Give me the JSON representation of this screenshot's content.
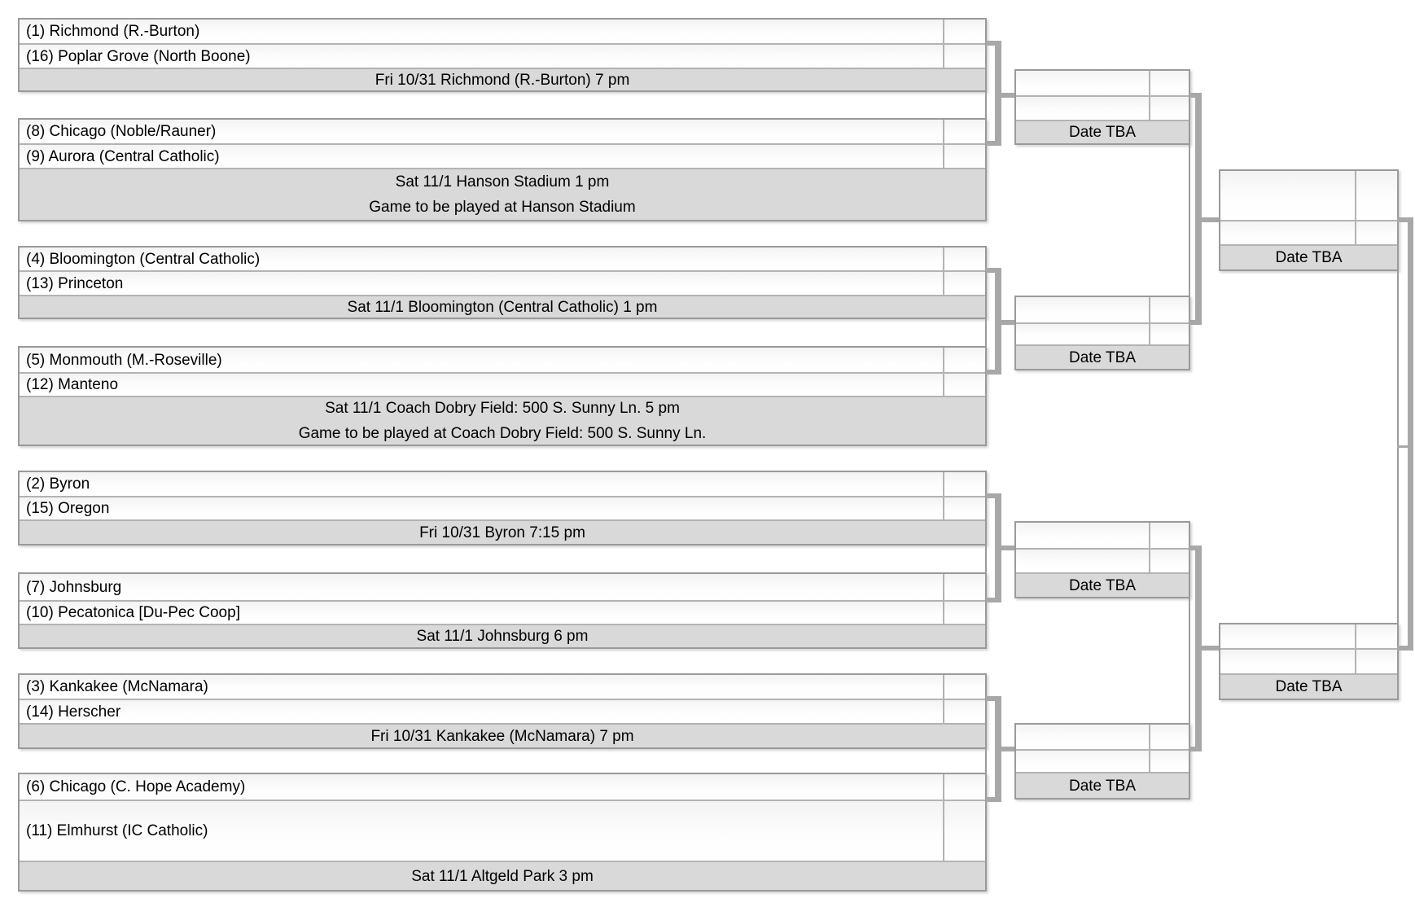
{
  "bracket": {
    "tba_label": "Date TBA",
    "round1": [
      {
        "team1": "(1) Richmond (R.-Burton)",
        "team2": "(16) Poplar Grove (North Boone)",
        "info1": "Fri 10/31 Richmond (R.-Burton) 7 pm"
      },
      {
        "team1": "(8) Chicago (Noble/Rauner)",
        "team2": "(9) Aurora (Central Catholic)",
        "info1": "Sat 11/1 Hanson Stadium 1 pm",
        "info2": "Game to be played at Hanson Stadium"
      },
      {
        "team1": "(4) Bloomington (Central Catholic)",
        "team2": "(13) Princeton",
        "info1": "Sat 11/1 Bloomington (Central Catholic) 1 pm"
      },
      {
        "team1": "(5) Monmouth (M.-Roseville)",
        "team2": "(12) Manteno",
        "info1": "Sat 11/1 Coach Dobry Field: 500 S. Sunny Ln. 5 pm",
        "info2": "Game to be played at Coach Dobry Field: 500 S. Sunny Ln."
      },
      {
        "team1": "(2) Byron",
        "team2": "(15) Oregon",
        "info1": "Fri 10/31 Byron 7:15 pm"
      },
      {
        "team1": "(7) Johnsburg",
        "team2": "(10) Pecatonica [Du-Pec Coop]",
        "info1": "Sat 11/1 Johnsburg 6 pm"
      },
      {
        "team1": "(3) Kankakee (McNamara)",
        "team2": "(14) Herscher",
        "info1": "Fri 10/31 Kankakee (McNamara) 7 pm"
      },
      {
        "team1": "(6) Chicago (C. Hope Academy)",
        "team2": "(11) Elmhurst (IC Catholic)",
        "info1": "Sat 11/1 Altgeld Park 3 pm"
      }
    ],
    "quarterfinals": [
      {
        "label": "Date TBA"
      },
      {
        "label": "Date TBA"
      },
      {
        "label": "Date TBA"
      },
      {
        "label": "Date TBA"
      }
    ],
    "semifinals": [
      {
        "label": "Date TBA"
      },
      {
        "label": "Date TBA"
      }
    ]
  },
  "colors": {
    "info_row_fill": "#d9d9d9",
    "box_border": "#9a9a9a",
    "connector": "#a8a8a8",
    "text": "#000000"
  }
}
